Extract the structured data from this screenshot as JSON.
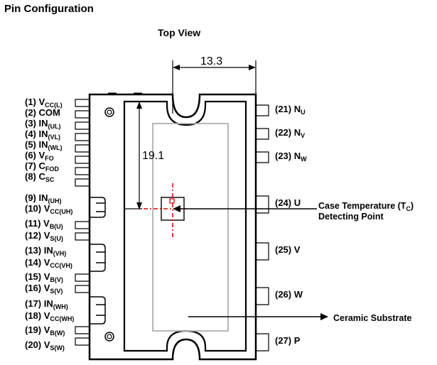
{
  "title": "Pin Configuration",
  "view_label": "Top View",
  "dimensions": {
    "width": "13.3",
    "height": "19.1"
  },
  "left_pins": [
    {
      "num": "(1)",
      "name": "V",
      "sub": "CC(L)"
    },
    {
      "num": "(2)",
      "name": "COM",
      "sub": ""
    },
    {
      "num": "(3)",
      "name": "IN",
      "sub": "(UL)"
    },
    {
      "num": "(4)",
      "name": "IN",
      "sub": "(VL)"
    },
    {
      "num": "(5)",
      "name": "IN",
      "sub": "(WL)"
    },
    {
      "num": "(6)",
      "name": "V",
      "sub": "FO"
    },
    {
      "num": "(7)",
      "name": "C",
      "sub": "FOD"
    },
    {
      "num": "(8)",
      "name": "C",
      "sub": "SC"
    },
    {
      "num": "(9)",
      "name": "IN",
      "sub": "(UH)"
    },
    {
      "num": "(10)",
      "name": "V",
      "sub": "CC(UH)"
    },
    {
      "num": "(11)",
      "name": "V",
      "sub": "B(U)"
    },
    {
      "num": "(12)",
      "name": "V",
      "sub": "S(U)"
    },
    {
      "num": "(13)",
      "name": "IN",
      "sub": "(VH)"
    },
    {
      "num": "(14)",
      "name": "V",
      "sub": "CC(VH)"
    },
    {
      "num": "(15)",
      "name": "V",
      "sub": "B(V)"
    },
    {
      "num": "(16)",
      "name": "V",
      "sub": "S(V)"
    },
    {
      "num": "(17)",
      "name": "IN",
      "sub": "(WH)"
    },
    {
      "num": "(18)",
      "name": "V",
      "sub": "CC(WH)"
    },
    {
      "num": "(19)",
      "name": "V",
      "sub": "B(W)"
    },
    {
      "num": "(20)",
      "name": "V",
      "sub": "S(W)"
    }
  ],
  "right_pins": [
    {
      "num": "(21)",
      "name": "N",
      "sub": "U"
    },
    {
      "num": "(22)",
      "name": "N",
      "sub": "V"
    },
    {
      "num": "(23)",
      "name": "N",
      "sub": "W"
    },
    {
      "num": "(24)",
      "name": "U",
      "sub": ""
    },
    {
      "num": "(25)",
      "name": "V",
      "sub": ""
    },
    {
      "num": "(26)",
      "name": "W",
      "sub": ""
    },
    {
      "num": "(27)",
      "name": "P",
      "sub": ""
    }
  ],
  "annotations": {
    "case_temp_line1": "Case Temperature (T",
    "case_temp_sub": "C",
    "case_temp_close": ")",
    "case_temp_line2": "Detecting Point",
    "ceramic": "Ceramic Substrate"
  },
  "colors": {
    "line": "#000000",
    "substrate": "#b0b0b0",
    "marker": "#e00000"
  }
}
